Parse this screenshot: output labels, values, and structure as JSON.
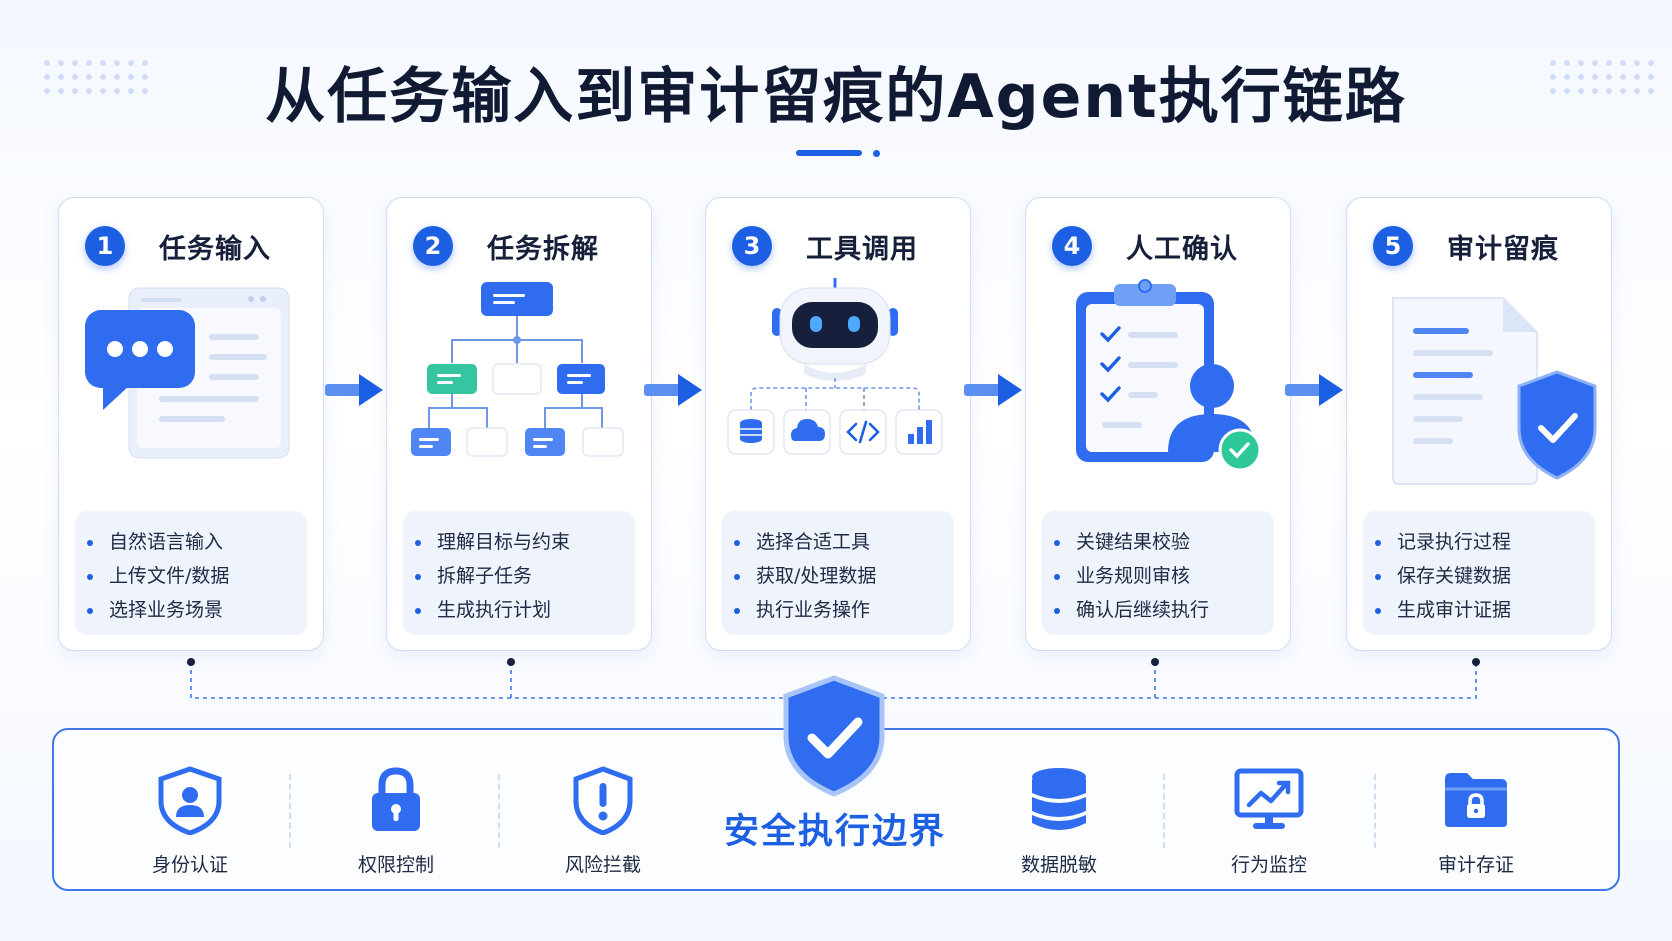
{
  "title": "从任务输入到审计留痕的Agent执行链路",
  "colors": {
    "accent": "#1d5fe3",
    "green": "#2ec89a",
    "card_border": "#cdddf6"
  },
  "steps": [
    {
      "num": "1",
      "title": "任务输入",
      "icon": "chat-document-icon",
      "bullets": [
        "自然语言输入",
        "上传文件/数据",
        "选择业务场景"
      ]
    },
    {
      "num": "2",
      "title": "任务拆解",
      "icon": "task-tree-icon",
      "bullets": [
        "理解目标与约束",
        "拆解子任务",
        "生成执行计划"
      ]
    },
    {
      "num": "3",
      "title": "工具调用",
      "icon": "robot-tools-icon",
      "bullets": [
        "选择合适工具",
        "获取/处理数据",
        "执行业务操作"
      ]
    },
    {
      "num": "4",
      "title": "人工确认",
      "icon": "clipboard-user-check-icon",
      "bullets": [
        "关键结果校验",
        "业务规则审核",
        "确认后继续执行"
      ]
    },
    {
      "num": "5",
      "title": "审计留痕",
      "icon": "document-shield-icon",
      "bullets": [
        "记录执行过程",
        "保存关键数据",
        "生成审计证据"
      ]
    }
  ],
  "boundary": {
    "label": "安全执行边界",
    "features": [
      {
        "label": "身份认证",
        "icon": "user-shield-icon"
      },
      {
        "label": "权限控制",
        "icon": "lock-icon"
      },
      {
        "label": "风险拦截",
        "icon": "warning-shield-icon"
      },
      {
        "label": "数据脱敏",
        "icon": "database-icon"
      },
      {
        "label": "行为监控",
        "icon": "monitor-chart-icon"
      },
      {
        "label": "审计存证",
        "icon": "locked-folder-icon"
      }
    ]
  }
}
